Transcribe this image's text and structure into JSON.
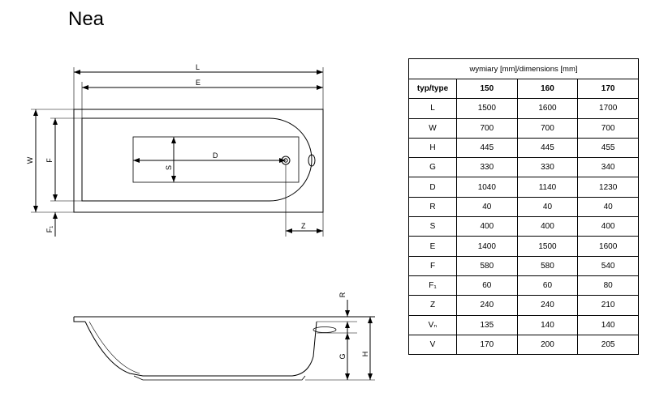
{
  "title": "Nea",
  "drawing_labels": {
    "L": "L",
    "E": "E",
    "W": "W",
    "F": "F",
    "F1": "F₁",
    "S": "S",
    "D": "D",
    "Z": "Z",
    "R": "R",
    "G": "G",
    "H": "H"
  },
  "table": {
    "caption": "wymiary [mm]/dimensions [mm]",
    "header": [
      "typ/type",
      "150",
      "160",
      "170"
    ],
    "rows": [
      [
        "L",
        "1500",
        "1600",
        "1700"
      ],
      [
        "W",
        "700",
        "700",
        "700"
      ],
      [
        "H",
        "445",
        "445",
        "455"
      ],
      [
        "G",
        "330",
        "330",
        "340"
      ],
      [
        "D",
        "1040",
        "1140",
        "1230"
      ],
      [
        "R",
        "40",
        "40",
        "40"
      ],
      [
        "S",
        "400",
        "400",
        "400"
      ],
      [
        "E",
        "1400",
        "1500",
        "1600"
      ],
      [
        "F",
        "580",
        "580",
        "540"
      ],
      [
        "F₁",
        "60",
        "60",
        "80"
      ],
      [
        "Z",
        "240",
        "240",
        "210"
      ],
      [
        "Vₙ",
        "135",
        "140",
        "140"
      ],
      [
        "V",
        "170",
        "200",
        "205"
      ]
    ]
  }
}
